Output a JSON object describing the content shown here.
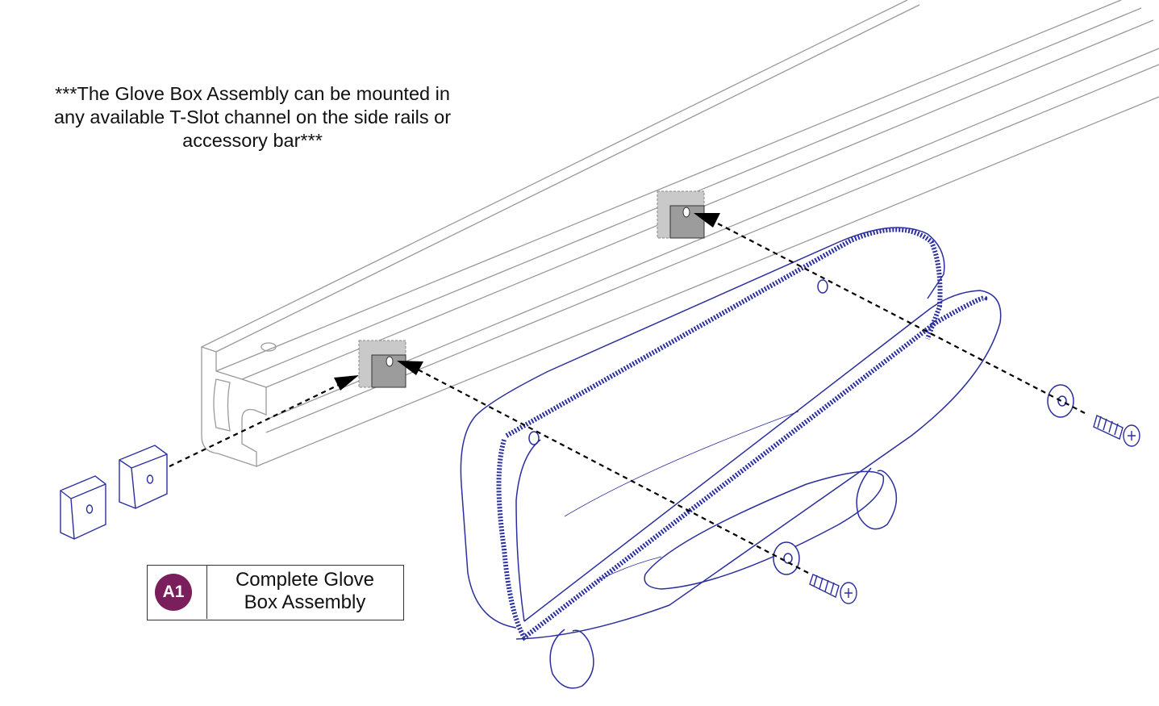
{
  "note": {
    "lines": [
      "***The Glove Box Assembly can be mounted in",
      "any available T-Slot channel on the side rails or",
      "accessory bar***"
    ]
  },
  "legend": {
    "badge": "A1",
    "badge_color": "#7a1f5c",
    "label_lines": [
      "Complete Glove",
      "Box Assembly"
    ]
  },
  "colors": {
    "part_outline": "#2b2f9e",
    "rail_outline": "#9a9a9a",
    "nut_fill": "#c9c9c9",
    "nut_fill_dark": "#9c9c9c"
  }
}
